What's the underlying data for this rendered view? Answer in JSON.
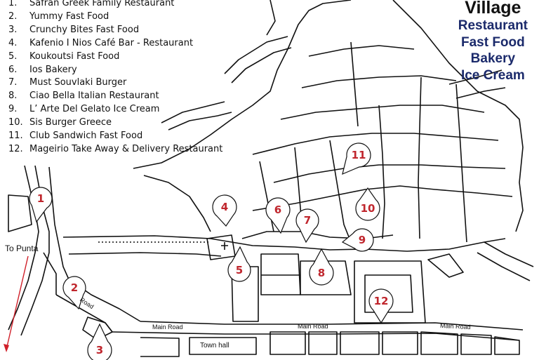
{
  "title": {
    "main": "Village",
    "categories": [
      "Restaurant",
      "Fast Food",
      "Bakery",
      "Ice Cream"
    ]
  },
  "legend": [
    {
      "number": "1.",
      "name": "Safran Greek Family Restaurant"
    },
    {
      "number": "2.",
      "name": "Yummy Fast Food"
    },
    {
      "number": "3.",
      "name": "Crunchy Bites Fast Food"
    },
    {
      "number": "4.",
      "name": "Kafenio I Nios Café Bar - Restaurant"
    },
    {
      "number": "5.",
      "name": "Koukoutsi Fast Food"
    },
    {
      "number": "6.",
      "name": "Ios Bakery"
    },
    {
      "number": "7.",
      "name": "Must Souvlaki Burger"
    },
    {
      "number": "8.",
      "name": "Ciao Bella Italian Restaurant"
    },
    {
      "number": "9.",
      "name": "L’ Arte Del Gelato Ice Cream"
    },
    {
      "number": "10.",
      "name": "Sis Burger Greece"
    },
    {
      "number": "11.",
      "name": "Club Sandwich Fast Food"
    },
    {
      "number": "12.",
      "name": "Mageirio Take Away & Delivery Restaurant"
    }
  ],
  "markers": [
    "1",
    "2",
    "3",
    "4",
    "5",
    "6",
    "7",
    "8",
    "9",
    "10",
    "11",
    "12"
  ],
  "labels": {
    "main_road": "Main Road",
    "road": "Road",
    "town_hall": "Town hall",
    "to_punta": "To Punta"
  },
  "colors": {
    "marker_text": "#c0262d",
    "title_categories": "#1b2a6b",
    "arrow": "#d0202a",
    "lines": "#111111"
  }
}
